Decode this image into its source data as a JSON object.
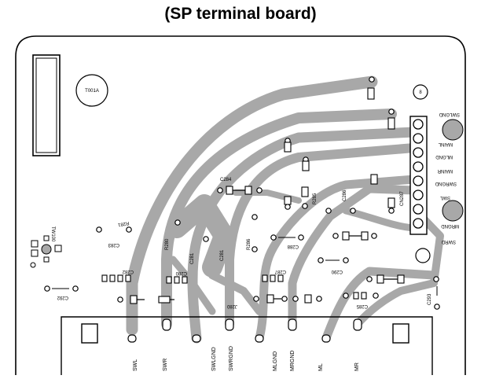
{
  "title": "(SP terminal board)",
  "ic_label": "T001A",
  "hole_label": "8",
  "connector_pins": [
    "SWLGND",
    "MAINL",
    "MLGND",
    "MAINR",
    "SWRGND",
    "SWL",
    "MRGND",
    "SWRD"
  ],
  "connector_ref": "CN287",
  "tw_label": "TW100",
  "terminal_labels": [
    "SWL",
    "SWR",
    "SWLGND",
    "SWRGND",
    "MLGND",
    "MRGND",
    "ML",
    "MR"
  ],
  "components": {
    "r281": "R281",
    "r280": "R280",
    "r286": "R286",
    "r285": "R285",
    "c283": "C283",
    "c282": "C282",
    "c292": "C292",
    "c280": "C280",
    "c281": "C281",
    "j280": "J280",
    "c287": "C287",
    "c288": "C288",
    "c284": "C284",
    "c286": "C286",
    "c290": "C290",
    "c285": "C285",
    "c293": "C293"
  },
  "colors": {
    "trace": "#a8a8a8",
    "outline": "#000000",
    "background": "#ffffff"
  }
}
